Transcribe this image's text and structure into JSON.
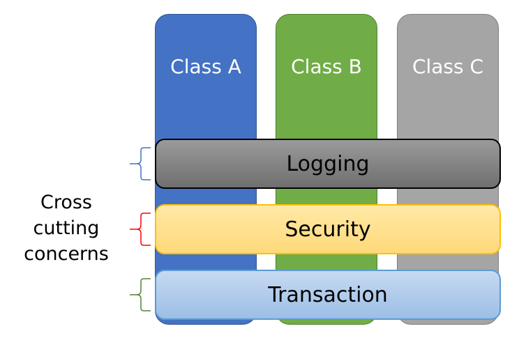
{
  "columns": [
    {
      "label": "Class A",
      "color": "#4472C4",
      "border": "#2F5597"
    },
    {
      "label": "Class B",
      "color": "#70AD47",
      "border": "#507E32"
    },
    {
      "label": "Class C",
      "color": "#A5A5A5",
      "border": "#7F7F7F"
    }
  ],
  "layers": [
    {
      "label": "Logging",
      "color": "#7F7F7F",
      "border": "#000000",
      "brace_color": "#4472C4"
    },
    {
      "label": "Security",
      "color": "#FFD966",
      "border": "#FFC000",
      "brace_color": "#FF0000"
    },
    {
      "label": "Transaction",
      "color": "#A9C6E8",
      "border": "#5B9BD5",
      "brace_color": "#548235"
    }
  ],
  "side_label": {
    "line1": "Cross",
    "line2": "cutting",
    "line3": "concerns"
  }
}
